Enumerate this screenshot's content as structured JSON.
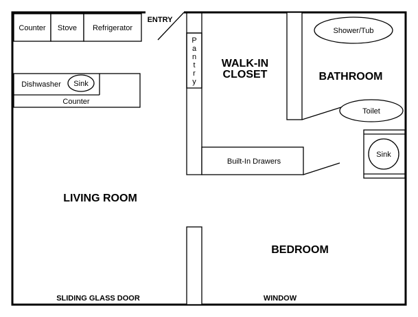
{
  "kitchen": {
    "counter_top": "Counter",
    "stove": "Stove",
    "refrigerator": "Refrigerator",
    "dishwasher": "Dishwasher",
    "sink": "Sink",
    "counter_bottom": "Counter"
  },
  "entry": "ENTRY",
  "pantry": [
    "P",
    "a",
    "n",
    "t",
    "r",
    "y"
  ],
  "closet": {
    "line1": "WALK-IN",
    "line2": "CLOSET"
  },
  "built_in_drawers": "Built-In Drawers",
  "bathroom": {
    "title": "BATHROOM",
    "shower": "Shower/Tub",
    "toilet": "Toilet",
    "sink": "Sink"
  },
  "living_room": "LIVING ROOM",
  "bedroom": "BEDROOM",
  "sliding_glass_door": "SLIDING GLASS DOOR",
  "window": "WINDOW"
}
